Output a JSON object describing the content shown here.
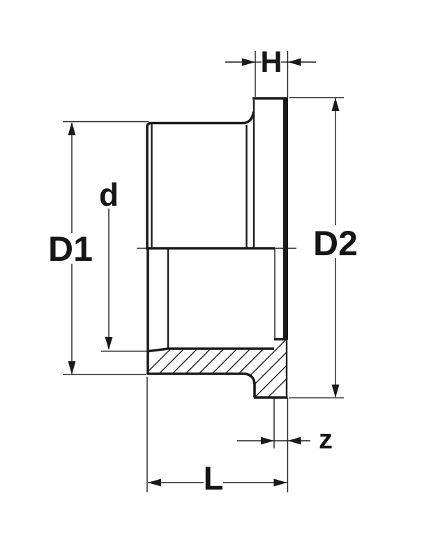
{
  "drawing": {
    "background": "#ffffff",
    "line_color": "#1a1a1a",
    "kind": "cross-section line drawing"
  },
  "labels": {
    "H": "H",
    "D1": "D1",
    "D2": "D2",
    "d": "d",
    "z": "z",
    "L": "L"
  }
}
